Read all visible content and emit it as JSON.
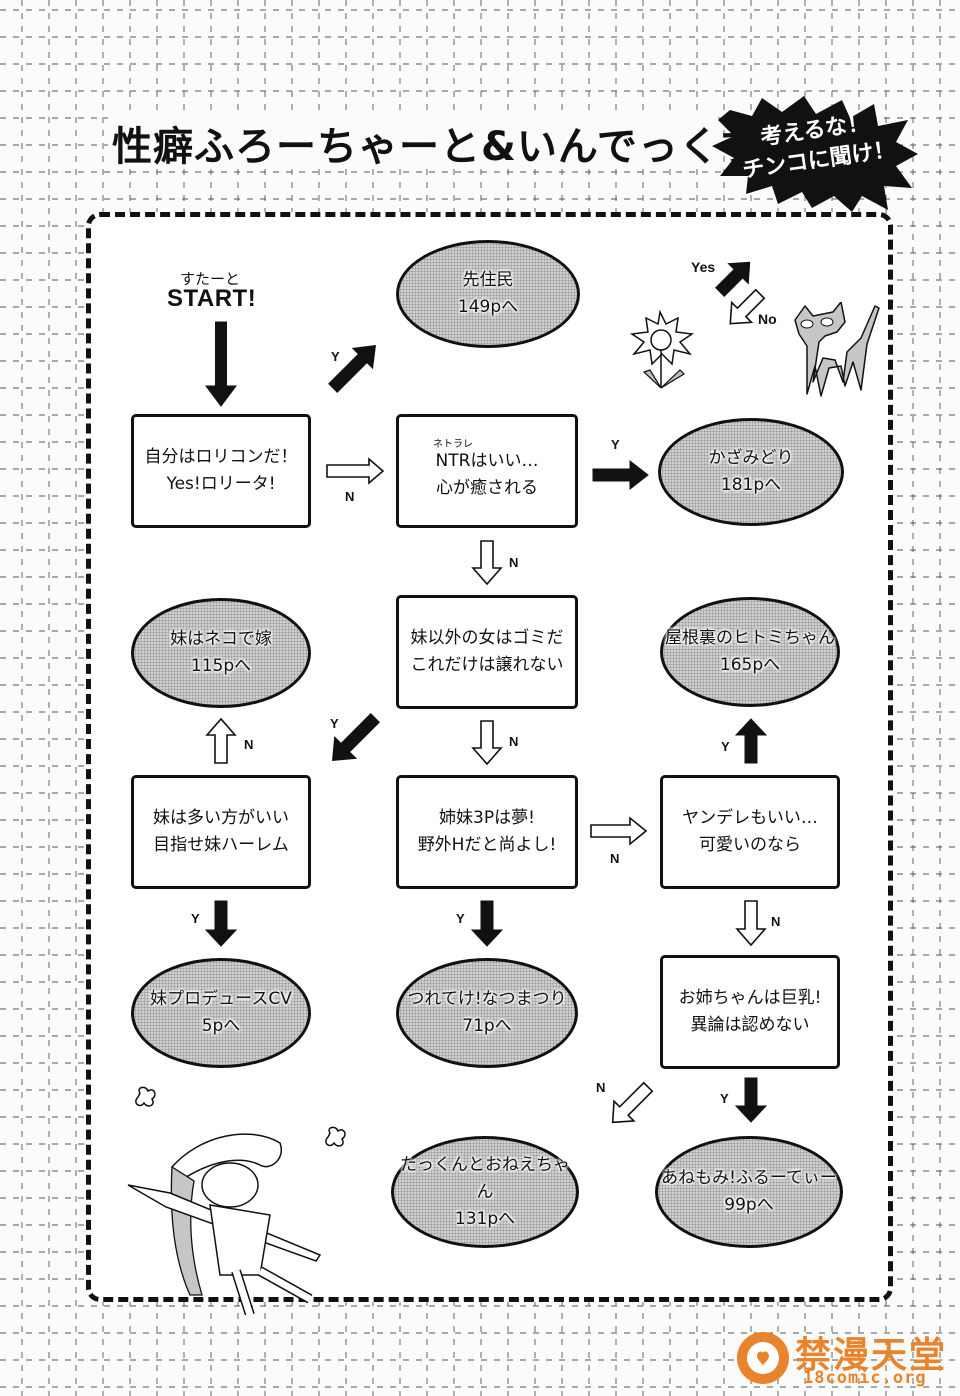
{
  "title": "性癖ふろーちゃーと&いんでっくす",
  "burst_text": "考えるな！\nチンコに聞け！",
  "start": {
    "small": "すたーと",
    "big": "START!"
  },
  "legend": {
    "yes": "Yes",
    "no": "No"
  },
  "labels": {
    "yes_short": "Y",
    "no_short": "N"
  },
  "questions": [
    {
      "id": "q1",
      "line1": "自分はロリコンだ！",
      "line2": "Yes!ロリータ!"
    },
    {
      "id": "q2",
      "ruby": "ネトラレ",
      "line1": "NTRはいい…",
      "line2": "心が癒される"
    },
    {
      "id": "q3",
      "line1": "妹以外の女はゴミだ",
      "line2": "これだけは譲れない"
    },
    {
      "id": "q4",
      "line1": "妹は多い方がいい",
      "line2": "目指せ妹ハーレム"
    },
    {
      "id": "q5",
      "line1": "姉妹3Pは夢!",
      "line2": "野外Hだと尚よし!"
    },
    {
      "id": "q6",
      "line1": "ヤンデレもいい…",
      "line2": "可愛いのなら"
    },
    {
      "id": "q7",
      "line1": "お姉ちゃんは巨乳!",
      "line2": "異論は認めない"
    }
  ],
  "results": [
    {
      "id": "r1",
      "title": "先住民",
      "page": "149pへ"
    },
    {
      "id": "r2",
      "title": "かざみどり",
      "page": "181pへ"
    },
    {
      "id": "r3",
      "title": "妹はネコで嫁",
      "page": "115pへ"
    },
    {
      "id": "r4",
      "title": "屋根裏のヒトミちゃん",
      "page": "165pへ"
    },
    {
      "id": "r5",
      "title": "妹プロデュースCV",
      "page": "5pへ"
    },
    {
      "id": "r6",
      "title": "つれてけ!なつまつり",
      "page": "71pへ"
    },
    {
      "id": "r7",
      "title": "たっくんとおねえちゃん",
      "page": "131pへ"
    },
    {
      "id": "r8",
      "title": "あねもみ!ふるーてぃー",
      "page": "99pへ"
    }
  ],
  "edges": [
    {
      "from": "start",
      "to": "q1",
      "label": ""
    },
    {
      "from": "q1",
      "to": "r1",
      "label": "Y"
    },
    {
      "from": "q1",
      "to": "q2",
      "label": "N"
    },
    {
      "from": "q2",
      "to": "r2",
      "label": "Y"
    },
    {
      "from": "q2",
      "to": "q3",
      "label": "N"
    },
    {
      "from": "q3",
      "to": "q4",
      "label": "Y"
    },
    {
      "from": "q3",
      "to": "q5",
      "label": "N"
    },
    {
      "from": "q4",
      "to": "r5",
      "label": "Y"
    },
    {
      "from": "q4",
      "to": "r3",
      "label": "N"
    },
    {
      "from": "q5",
      "to": "r6",
      "label": "Y"
    },
    {
      "from": "q5",
      "to": "q6",
      "label": "N"
    },
    {
      "from": "q6",
      "to": "r4",
      "label": "Y"
    },
    {
      "from": "q6",
      "to": "q7",
      "label": "N"
    },
    {
      "from": "q7",
      "to": "r8",
      "label": "Y"
    },
    {
      "from": "q7",
      "to": "r7",
      "label": "N"
    }
  ],
  "watermark": {
    "main": "禁漫天堂",
    "sub": "18comic.org",
    "color": "#e9842d"
  }
}
